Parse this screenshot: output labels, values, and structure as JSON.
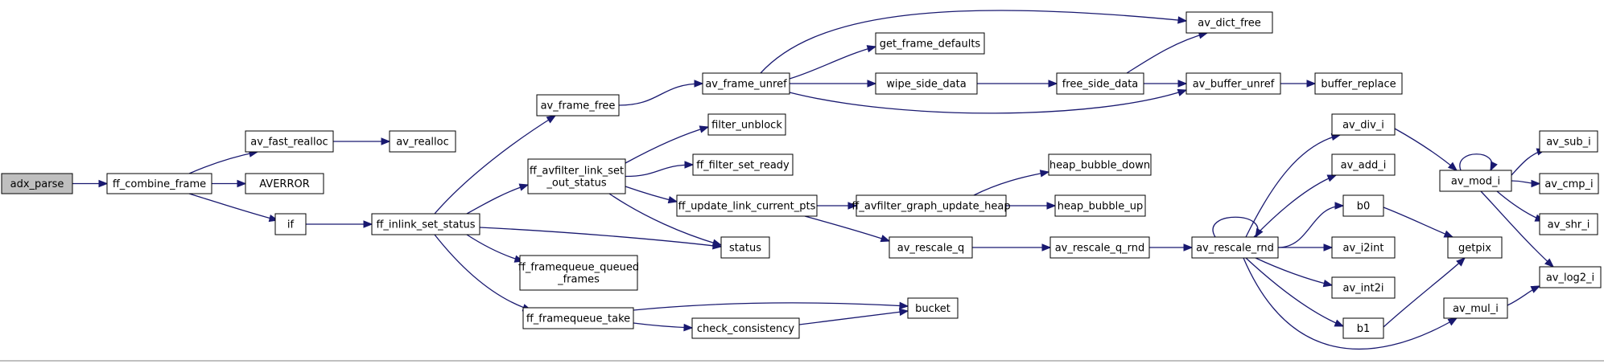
{
  "nodes": [
    {
      "id": "adx_parse",
      "lines": [
        "adx_parse"
      ],
      "root": true
    },
    {
      "id": "ff_combine_frame",
      "lines": [
        "ff_combine_frame"
      ]
    },
    {
      "id": "av_fast_realloc",
      "lines": [
        "av_fast_realloc"
      ]
    },
    {
      "id": "av_realloc",
      "lines": [
        "av_realloc"
      ]
    },
    {
      "id": "AVERROR",
      "lines": [
        "AVERROR"
      ]
    },
    {
      "id": "if",
      "lines": [
        "if"
      ]
    },
    {
      "id": "ff_inlink_set_status",
      "lines": [
        "ff_inlink_set_status"
      ]
    },
    {
      "id": "av_frame_free",
      "lines": [
        "av_frame_free"
      ]
    },
    {
      "id": "av_frame_unref",
      "lines": [
        "av_frame_unref"
      ]
    },
    {
      "id": "get_frame_defaults",
      "lines": [
        "get_frame_defaults"
      ]
    },
    {
      "id": "av_dict_free",
      "lines": [
        "av_dict_free"
      ]
    },
    {
      "id": "wipe_side_data",
      "lines": [
        "wipe_side_data"
      ]
    },
    {
      "id": "free_side_data",
      "lines": [
        "free_side_data"
      ]
    },
    {
      "id": "av_buffer_unref",
      "lines": [
        "av_buffer_unref"
      ]
    },
    {
      "id": "buffer_replace",
      "lines": [
        "buffer_replace"
      ]
    },
    {
      "id": "ff_avfilter_link_set_out_status",
      "lines": [
        "ff_avfilter_link_set",
        "_out_status"
      ]
    },
    {
      "id": "filter_unblock",
      "lines": [
        "filter_unblock"
      ]
    },
    {
      "id": "ff_filter_set_ready",
      "lines": [
        "ff_filter_set_ready"
      ]
    },
    {
      "id": "ff_update_link_current_pts",
      "lines": [
        "ff_update_link_current_pts"
      ]
    },
    {
      "id": "ff_avfilter_graph_update_heap",
      "lines": [
        "ff_avfilter_graph_update_heap"
      ]
    },
    {
      "id": "heap_bubble_down",
      "lines": [
        "heap_bubble_down"
      ]
    },
    {
      "id": "heap_bubble_up",
      "lines": [
        "heap_bubble_up"
      ]
    },
    {
      "id": "status",
      "lines": [
        "status"
      ]
    },
    {
      "id": "av_rescale_q",
      "lines": [
        "av_rescale_q"
      ]
    },
    {
      "id": "av_rescale_q_rnd",
      "lines": [
        "av_rescale_q_rnd"
      ]
    },
    {
      "id": "av_rescale_rnd",
      "lines": [
        "av_rescale_rnd"
      ]
    },
    {
      "id": "ff_framequeue_queued_frames",
      "lines": [
        "ff_framequeue_queued",
        "_frames"
      ]
    },
    {
      "id": "ff_framequeue_take",
      "lines": [
        "ff_framequeue_take"
      ]
    },
    {
      "id": "check_consistency",
      "lines": [
        "check_consistency"
      ]
    },
    {
      "id": "bucket",
      "lines": [
        "bucket"
      ]
    },
    {
      "id": "av_div_i",
      "lines": [
        "av_div_i"
      ]
    },
    {
      "id": "av_add_i",
      "lines": [
        "av_add_i"
      ]
    },
    {
      "id": "b0",
      "lines": [
        "b0"
      ]
    },
    {
      "id": "av_i2int",
      "lines": [
        "av_i2int"
      ]
    },
    {
      "id": "av_int2i",
      "lines": [
        "av_int2i"
      ]
    },
    {
      "id": "b1",
      "lines": [
        "b1"
      ]
    },
    {
      "id": "av_mod_i",
      "lines": [
        "av_mod_i"
      ]
    },
    {
      "id": "getpix",
      "lines": [
        "getpix"
      ]
    },
    {
      "id": "av_mul_i",
      "lines": [
        "av_mul_i"
      ]
    },
    {
      "id": "av_sub_i",
      "lines": [
        "av_sub_i"
      ]
    },
    {
      "id": "av_cmp_i",
      "lines": [
        "av_cmp_i"
      ]
    },
    {
      "id": "av_shr_i",
      "lines": [
        "av_shr_i"
      ]
    },
    {
      "id": "av_log2_i",
      "lines": [
        "av_log2_i"
      ]
    }
  ],
  "edges": [
    [
      "adx_parse",
      "ff_combine_frame"
    ],
    [
      "ff_combine_frame",
      "av_fast_realloc"
    ],
    [
      "ff_combine_frame",
      "AVERROR"
    ],
    [
      "ff_combine_frame",
      "if"
    ],
    [
      "av_fast_realloc",
      "av_realloc"
    ],
    [
      "if",
      "ff_inlink_set_status"
    ],
    [
      "ff_inlink_set_status",
      "av_frame_free"
    ],
    [
      "ff_inlink_set_status",
      "ff_avfilter_link_set_out_status"
    ],
    [
      "ff_inlink_set_status",
      "status"
    ],
    [
      "ff_inlink_set_status",
      "ff_framequeue_queued_frames"
    ],
    [
      "ff_inlink_set_status",
      "ff_framequeue_take"
    ],
    [
      "av_frame_free",
      "av_frame_unref"
    ],
    [
      "av_frame_unref",
      "av_dict_free"
    ],
    [
      "av_frame_unref",
      "get_frame_defaults"
    ],
    [
      "av_frame_unref",
      "wipe_side_data"
    ],
    [
      "av_frame_unref",
      "av_buffer_unref"
    ],
    [
      "wipe_side_data",
      "free_side_data"
    ],
    [
      "free_side_data",
      "av_dict_free"
    ],
    [
      "free_side_data",
      "av_buffer_unref"
    ],
    [
      "av_buffer_unref",
      "buffer_replace"
    ],
    [
      "ff_avfilter_link_set_out_status",
      "filter_unblock"
    ],
    [
      "ff_avfilter_link_set_out_status",
      "ff_filter_set_ready"
    ],
    [
      "ff_avfilter_link_set_out_status",
      "ff_update_link_current_pts"
    ],
    [
      "ff_avfilter_link_set_out_status",
      "status"
    ],
    [
      "ff_update_link_current_pts",
      "ff_avfilter_graph_update_heap"
    ],
    [
      "ff_update_link_current_pts",
      "av_rescale_q"
    ],
    [
      "ff_avfilter_graph_update_heap",
      "heap_bubble_down"
    ],
    [
      "ff_avfilter_graph_update_heap",
      "heap_bubble_up"
    ],
    [
      "av_rescale_q",
      "av_rescale_q_rnd"
    ],
    [
      "av_rescale_q_rnd",
      "av_rescale_rnd"
    ],
    [
      "av_rescale_rnd",
      "av_rescale_rnd"
    ],
    [
      "av_rescale_rnd",
      "av_div_i"
    ],
    [
      "av_rescale_rnd",
      "av_add_i"
    ],
    [
      "av_rescale_rnd",
      "b0"
    ],
    [
      "av_rescale_rnd",
      "av_i2int"
    ],
    [
      "av_rescale_rnd",
      "av_int2i"
    ],
    [
      "av_rescale_rnd",
      "b1"
    ],
    [
      "av_rescale_rnd",
      "av_mul_i"
    ],
    [
      "ff_framequeue_take",
      "bucket"
    ],
    [
      "ff_framequeue_take",
      "check_consistency"
    ],
    [
      "check_consistency",
      "bucket"
    ],
    [
      "av_div_i",
      "av_mod_i"
    ],
    [
      "av_mod_i",
      "av_mod_i"
    ],
    [
      "av_mod_i",
      "av_sub_i"
    ],
    [
      "av_mod_i",
      "av_cmp_i"
    ],
    [
      "av_mod_i",
      "av_shr_i"
    ],
    [
      "av_mod_i",
      "av_log2_i"
    ],
    [
      "b0",
      "getpix"
    ],
    [
      "b1",
      "getpix"
    ],
    [
      "av_mul_i",
      "av_log2_i"
    ]
  ],
  "colors": {
    "edge": "#191970",
    "node_border": "#000000",
    "node_fill": "#ffffff",
    "root_fill": "#bfbfbf"
  }
}
